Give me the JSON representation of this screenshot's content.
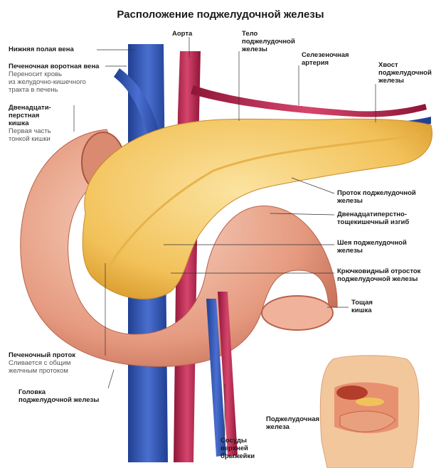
{
  "title": "Расположение поджелудочной железы",
  "labels": {
    "ivc": {
      "name": "Нижняя полая вена"
    },
    "portal_vein": {
      "name": "Печеночная воротная вена",
      "desc": [
        "Переносит кровь",
        "из желудочно-кишечного",
        "тракта в печень"
      ]
    },
    "duodenum": {
      "name": [
        "Двенадцати-",
        "перстная",
        "кишка"
      ],
      "desc": [
        "Первая часть",
        "тонкой кишки"
      ]
    },
    "aorta": {
      "name": "Аорта"
    },
    "body": {
      "name": [
        "Тело",
        "поджелудочной",
        "железы"
      ]
    },
    "splenic_artery": {
      "name": [
        "Селезеночная",
        "артерия"
      ]
    },
    "tail": {
      "name": [
        "Хвост",
        "поджелудочной",
        "железы"
      ]
    },
    "duct": {
      "name": [
        "Проток поджелудочной",
        "железы"
      ]
    },
    "flexure": {
      "name": [
        "Двенадцатиперстно-",
        "тощекишечный изгиб"
      ]
    },
    "neck": {
      "name": [
        "Шея поджелудочной",
        "железы"
      ]
    },
    "uncinate": {
      "name": [
        "Крючковидный отросток",
        "поджелудочной железы"
      ]
    },
    "jejunum": {
      "name": [
        "Тощая",
        "кишка"
      ]
    },
    "hepatic_duct": {
      "name": "Печеночный проток",
      "desc": [
        "Сливается с общим",
        "желчным протоком"
      ]
    },
    "head": {
      "name": [
        "Головка",
        "поджелудочной железы"
      ]
    },
    "mesenteric": {
      "name": [
        "Сосуды",
        "верхней",
        "брыжейки"
      ]
    },
    "pancreas_inset": {
      "name": [
        "Поджелудочная",
        "железа"
      ]
    }
  },
  "colors": {
    "vein": "#2b4fa8",
    "artery": "#b8204a",
    "pancreas": "#f2c25a",
    "intestine": "#e9a88e"
  }
}
